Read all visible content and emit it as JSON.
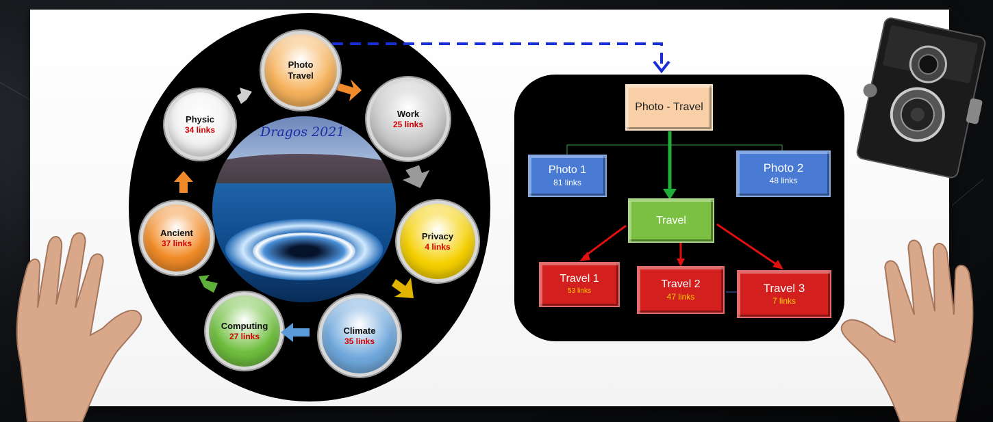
{
  "cycle": {
    "watermark": "Dragos 2021",
    "nodes": [
      {
        "id": "photo-travel",
        "title": "Photo Travel",
        "links": "",
        "color": "#f6b25b",
        "links_color": "#222222"
      },
      {
        "id": "work",
        "title": "Work",
        "links": "25 links",
        "color": "#c9c9c9",
        "links_color": "#d40000"
      },
      {
        "id": "privacy",
        "title": "Privacy",
        "links": "4 links",
        "color": "#f5d000",
        "links_color": "#d40000"
      },
      {
        "id": "climate",
        "title": "Climate",
        "links": "35 links",
        "color": "#6fa8dc",
        "links_color": "#d40000"
      },
      {
        "id": "computing",
        "title": "Computing",
        "links": "27 links",
        "color": "#6fbf3f",
        "links_color": "#d40000"
      },
      {
        "id": "ancient",
        "title": "Ancient",
        "links": "37 links",
        "color": "#f28c28",
        "links_color": "#d40000"
      },
      {
        "id": "physic",
        "title": "Physic",
        "links": "34 links",
        "color": "#f2f2f2",
        "links_color": "#d40000"
      }
    ]
  },
  "tree": {
    "root": {
      "title": "Photo - Travel",
      "color": "#f8cfa6",
      "text_color": "#222222"
    },
    "photo1": {
      "title": "Photo 1",
      "links": "81 links",
      "color": "#4a7bd4"
    },
    "photo2": {
      "title": "Photo 2",
      "links": "48 links",
      "color": "#4a7bd4"
    },
    "travel": {
      "title": "Travel",
      "color": "#7cc043"
    },
    "travel1": {
      "title": "Travel 1",
      "links": "53 links",
      "color": "#d41f1f",
      "links_color": "#f5d000"
    },
    "travel2": {
      "title": "Travel 2",
      "links": "47 links",
      "color": "#d41f1f",
      "links_color": "#f5d000"
    },
    "travel3": {
      "title": "Travel 3",
      "links": "7 links",
      "color": "#d41f1f",
      "links_color": "#f5d000"
    }
  },
  "colors": {
    "dashed_connector": "#1a2ed6",
    "green_arrow": "#1fae3a",
    "red_arrow": "#e01010"
  }
}
